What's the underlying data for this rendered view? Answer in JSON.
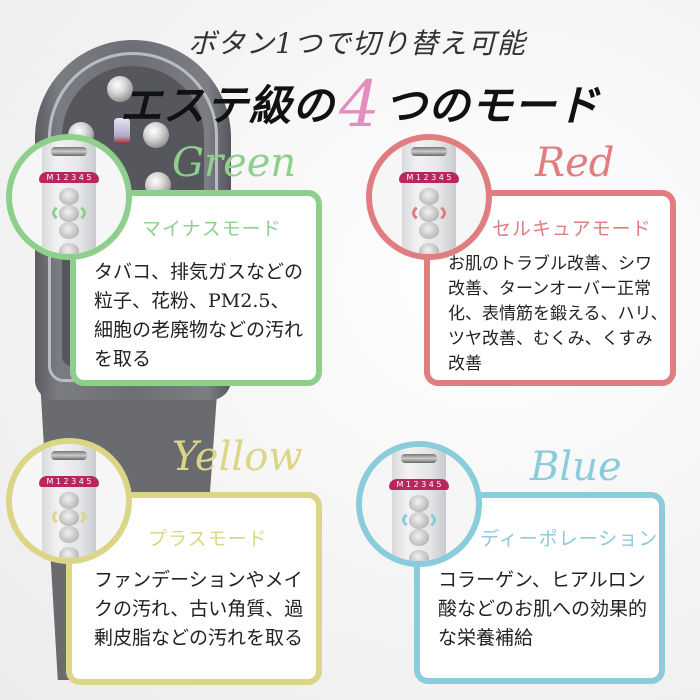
{
  "header": {
    "subtitle": "ボタン1つで切り替え可能",
    "title_prefix": "エステ級の",
    "title_number": "4",
    "title_suffix": "つのモード"
  },
  "colors": {
    "green": "#8fcf8c",
    "red": "#e07d80",
    "yellow": "#dbd687",
    "blue": "#8acbdc",
    "number_pink": "#e48ec0",
    "meter": "#b8275d"
  },
  "device": {
    "meter_label": "M 1 2 3 4 5"
  },
  "modes": [
    {
      "color_name": "Green",
      "mode_name": "マイナスモード",
      "description": "タバコ、排気ガスなどの粒子、花粉、PM2.5、細胞の老廃物などの汚れを取る"
    },
    {
      "color_name": "Red",
      "mode_name": "セルキュアモード",
      "description": "お肌のトラブル改善、シワ改善、ターンオーバー正常化、表情筋を鍛える、ハリ、ツヤ改善、むくみ、くすみ改善"
    },
    {
      "color_name": "Yellow",
      "mode_name": "プラスモード",
      "description": "ファンデーションやメイクの汚れ、古い角質、過剰皮脂などの汚れを取る"
    },
    {
      "color_name": "Blue",
      "mode_name": "ディーポレーション",
      "description": "コラーゲン、ヒアルロン酸などのお肌への効果的な栄養補給"
    }
  ]
}
